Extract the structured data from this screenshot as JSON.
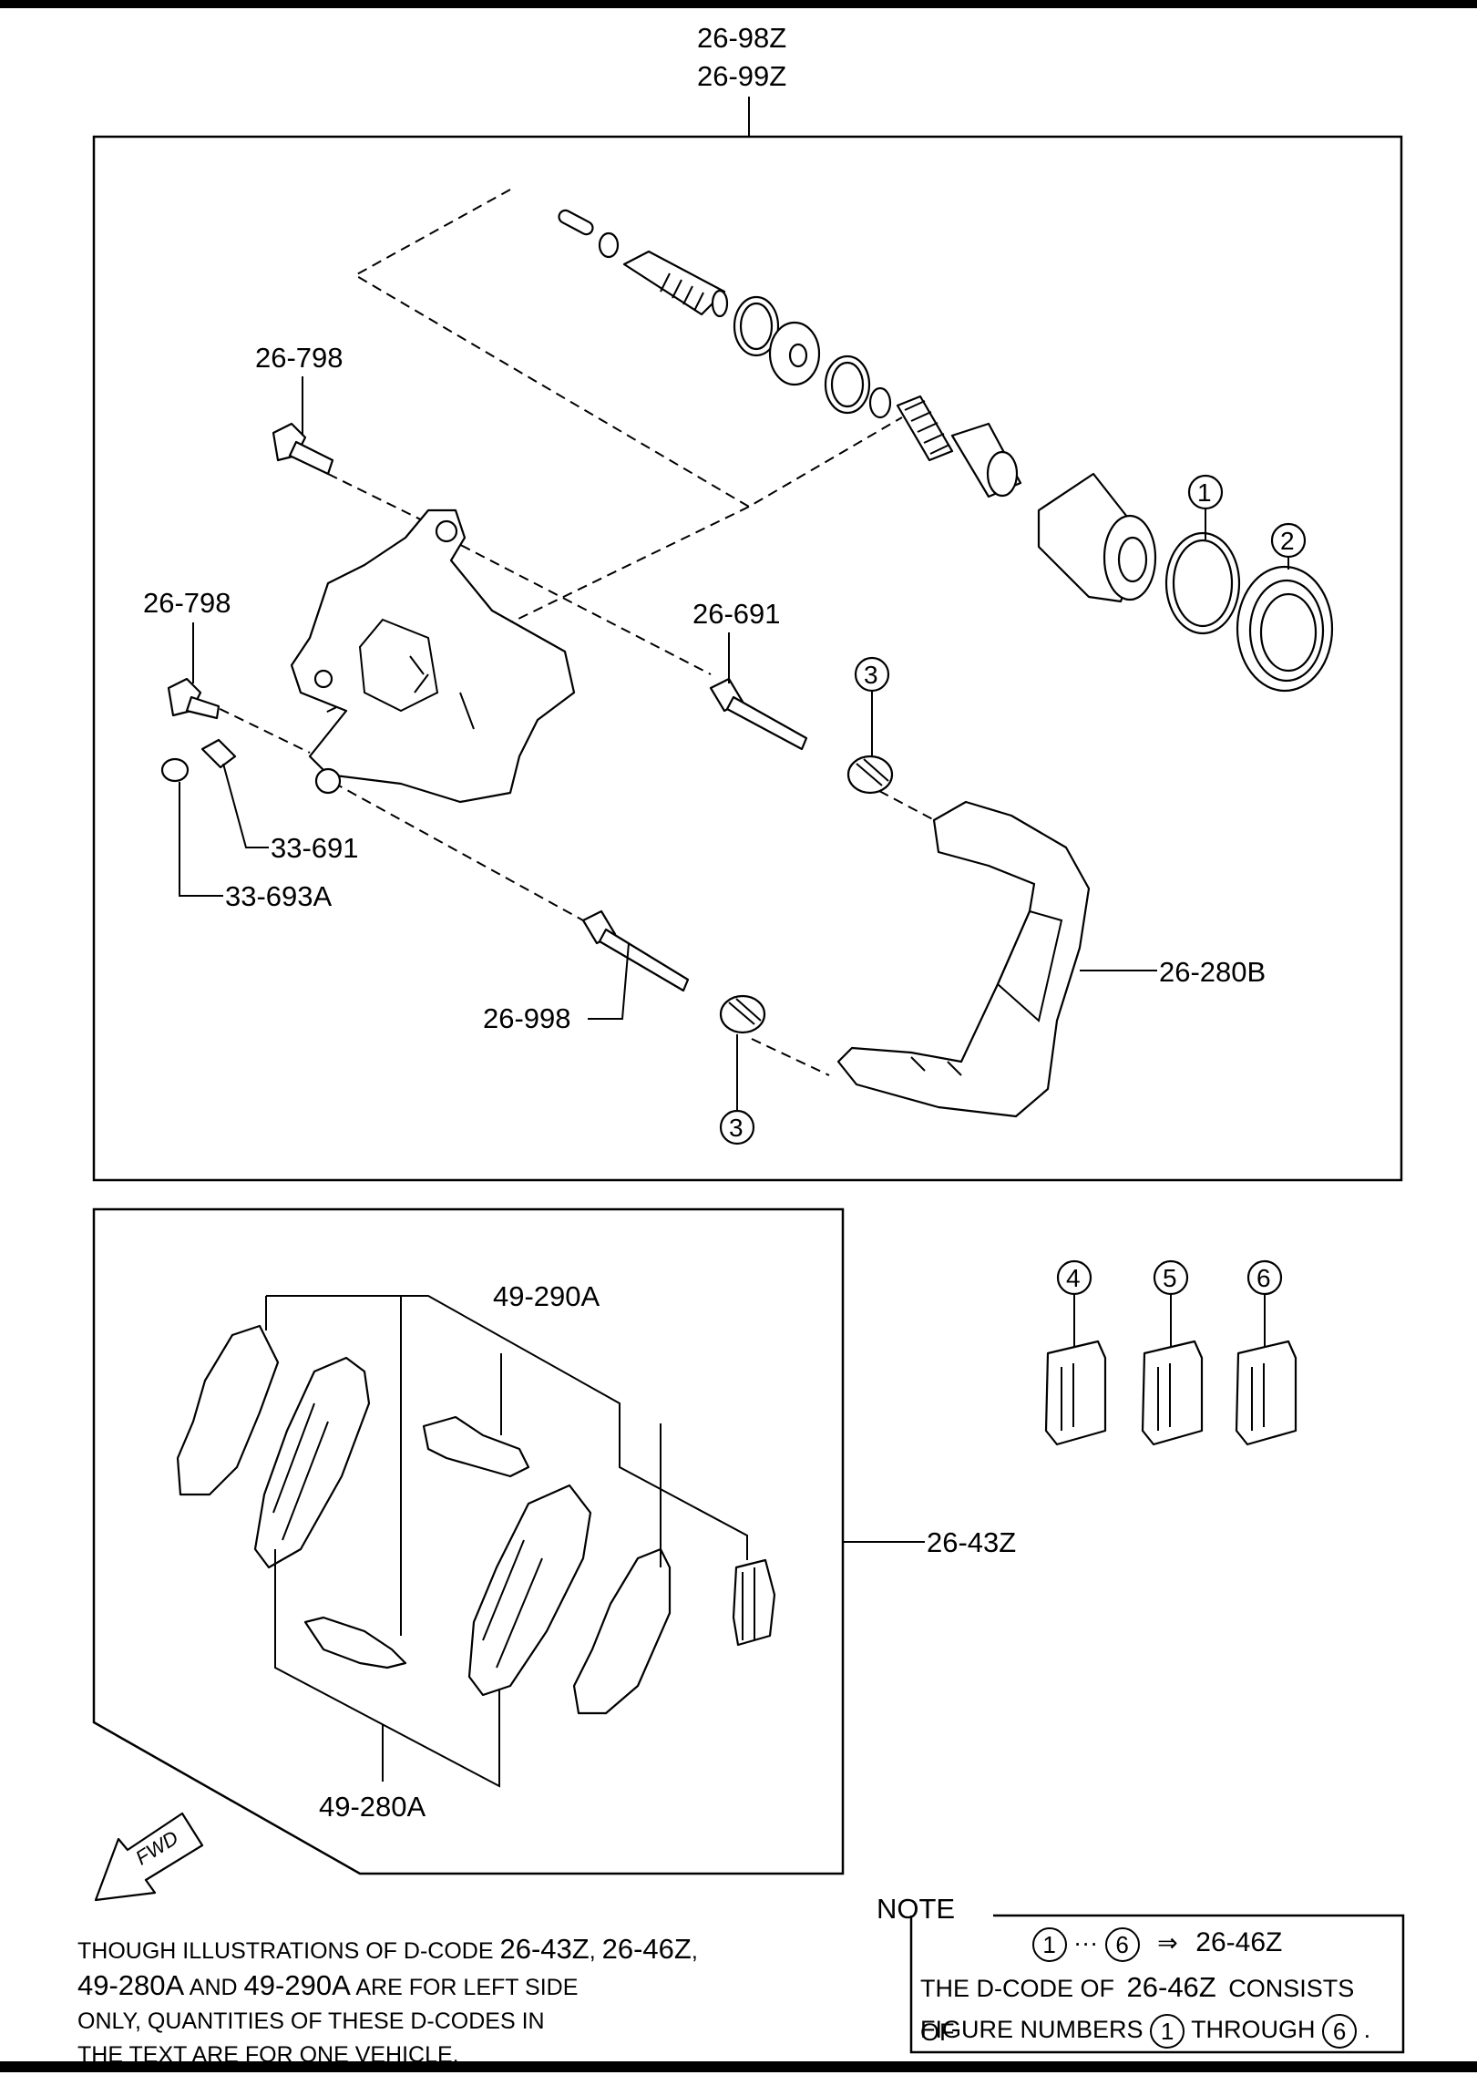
{
  "labels": {
    "top_code_1": "26-98Z",
    "top_code_2": "26-99Z",
    "bolt_upper": "26-798",
    "bolt_lower": "26-798",
    "pin_upper": "26-691",
    "pin_lower": "26-998",
    "bleeder_screw": "33-691",
    "bleeder_cap": "33-693A",
    "bracket": "26-280B",
    "pad_shim_kit": "49-290A",
    "pad_set": "49-280A",
    "pad_kit": "26-43Z",
    "fwd_arrow": "FWD"
  },
  "callouts": {
    "c1": "1",
    "c2": "2",
    "c3a": "3",
    "c3b": "3",
    "c4": "4",
    "c5": "5",
    "c6": "6"
  },
  "footnote": {
    "line1_a": "THOUGH ILLUSTRATIONS OF D-CODE",
    "line1_b": "26-43Z",
    "line1_c": ",",
    "line1_d": "26-46Z",
    "line1_e": ",",
    "line2_a": "49-280A",
    "line2_b": "AND",
    "line2_c": "49-290A",
    "line2_d": "ARE FOR LEFT SIDE",
    "line3": "ONLY, QUANTITIES OF THESE D-CODES IN",
    "line4": "THE TEXT ARE FOR ONE VEHICLE."
  },
  "note": {
    "title": "NOTE",
    "range_start": "1",
    "range_dots": "···",
    "range_end": "6",
    "arrow": "⇒",
    "range_code": "26-46Z",
    "line2_a": "THE D-CODE OF",
    "line2_b": "26-46Z",
    "line2_c": "CONSISTS OF",
    "line3_a": "FIGURE NUMBERS",
    "line3_b": "1",
    "line3_c": "THROUGH",
    "line3_d": "6",
    "line3_e": "."
  }
}
